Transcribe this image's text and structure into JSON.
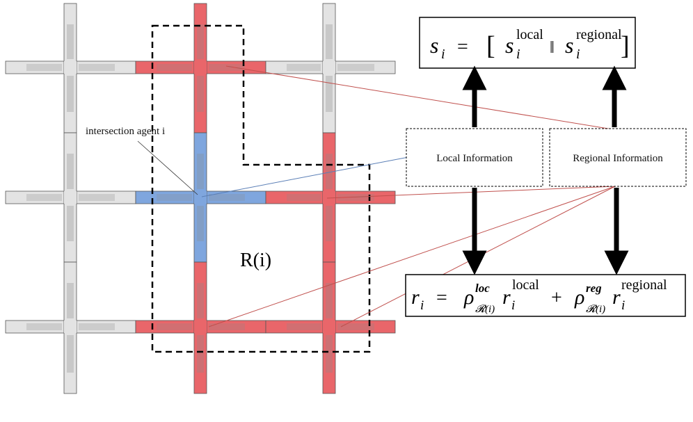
{
  "colors": {
    "normal_road": "#e3e3e3",
    "region_road": "#e9666a",
    "agent_road": "#7fa6de",
    "line_red": "#c0504d",
    "line_blue": "#5b7fb6"
  },
  "labels": {
    "agent": "intersection agent i",
    "region": "R(i)",
    "local_info": "Local Information",
    "regional_info": "Regional Information"
  },
  "state_eq": {
    "s": "s",
    "i": "i",
    "equals": "=",
    "lbracket": "[",
    "rbracket": "]",
    "sep": "‖",
    "local": "local",
    "regional": "regional"
  },
  "reward_eq": {
    "r": "r",
    "i": "i",
    "equals": "=",
    "plus": "+",
    "rho": "ρ",
    "loc": "loc",
    "reg": "reg",
    "sub_region": "𝓡(i)",
    "local": "local",
    "regional": "regional"
  }
}
